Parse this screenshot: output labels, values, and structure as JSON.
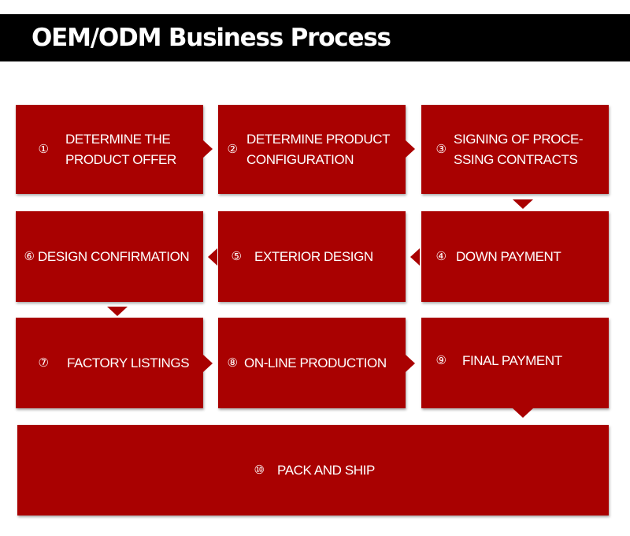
{
  "title": "OEM/ODM Business Process",
  "colors": {
    "header_bg": "#000000",
    "step_bg": "#a90101",
    "text": "#ffffff"
  },
  "steps": [
    {
      "num": "①",
      "label": "DETERMINE THE\nPRODUCT OFFER"
    },
    {
      "num": "②",
      "label": "DETERMINE PRODUCT\nCONFIGURATION"
    },
    {
      "num": "③",
      "label": "SIGNING OF PROCE-\nSSING CONTRACTS"
    },
    {
      "num": "④",
      "label": "DOWN PAYMENT"
    },
    {
      "num": "⑤",
      "label": "EXTERIOR DESIGN"
    },
    {
      "num": "⑥",
      "label": "DESIGN CONFIRMATION"
    },
    {
      "num": "⑦",
      "label": "FACTORY LISTINGS"
    },
    {
      "num": "⑧",
      "label": "ON-LINE PRODUCTION"
    },
    {
      "num": "⑨",
      "label": "FINAL PAYMENT"
    },
    {
      "num": "⑩",
      "label": "PACK AND SHIP"
    }
  ]
}
